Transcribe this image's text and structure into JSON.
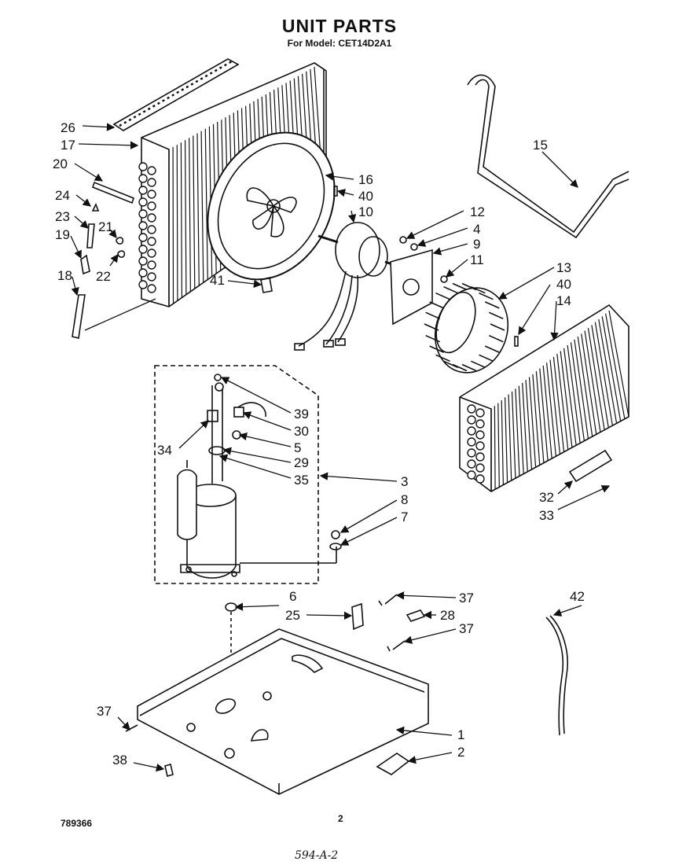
{
  "header": {
    "title": "UNIT PARTS",
    "subtitle": "For Model: CET14D2A1"
  },
  "footer": {
    "drawing_number": "789366",
    "page_number": "2",
    "handwritten_code": "594-A-2"
  },
  "callouts": [
    "26",
    "17",
    "20",
    "24",
    "23",
    "21",
    "19",
    "22",
    "18",
    "16",
    "40",
    "10",
    "12",
    "4",
    "9",
    "11",
    "15",
    "13",
    "40",
    "14",
    "41",
    "39",
    "30",
    "34",
    "5",
    "29",
    "35",
    "3",
    "8",
    "7",
    "32",
    "33",
    "6",
    "37",
    "25",
    "28",
    "37",
    "42",
    "1",
    "37",
    "2",
    "38"
  ]
}
